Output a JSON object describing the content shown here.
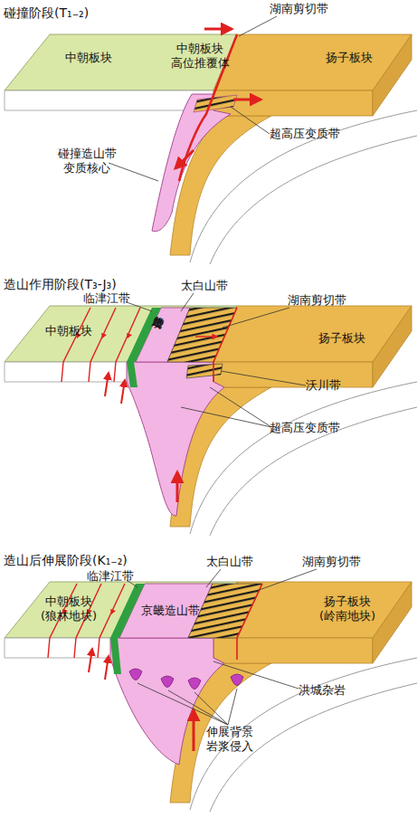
{
  "diagram": {
    "labels": [
      "碰撞阶段(T₁₋₂)",
      "湖南剪切带",
      "中朝板块",
      "中朝板块 高位推覆体",
      "扬子板块",
      "超高压变质带",
      "碰撞造山带 变质核心",
      "造山作用阶段(T₃-J₃)",
      "太白山带",
      "临津江带",
      "湖南剪切带",
      "中朝板块",
      "京畿造山带",
      "扬子板块",
      "沃川带",
      "超高压变质带",
      "造山后伸展阶段(K₁₋₂)",
      "太白山带",
      "湖南剪切带",
      "临津江带",
      "中朝板块 (狼林地块)",
      "京畿造山带",
      "扬子板块 (岭南地块)",
      "洪城杂岩",
      "伸展背景 岩浆侵入"
    ]
  }
}
